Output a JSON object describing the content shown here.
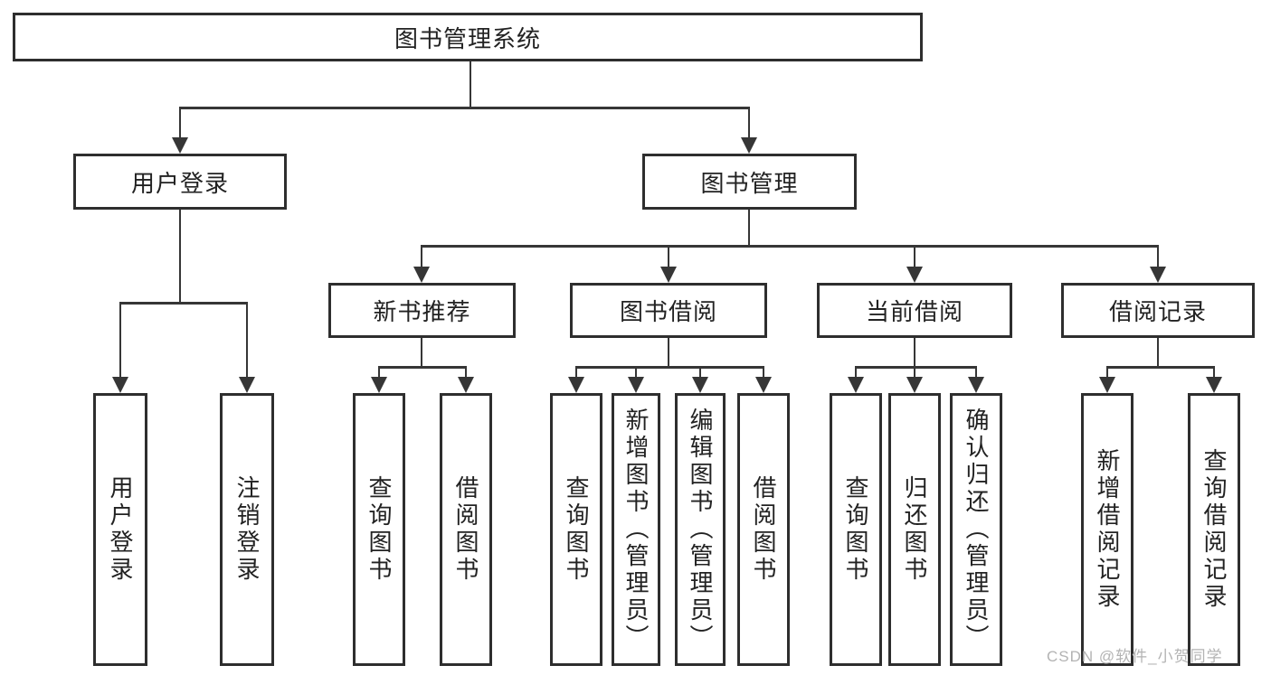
{
  "diagram_title": "图书管理系统",
  "watermark": "CSDN @软件_小贺同学",
  "colors": {
    "background": "#ffffff",
    "box_border": "#2e2e2e",
    "line": "#363636",
    "text": "#222222",
    "watermark": "#b3b3b3"
  },
  "nodes": {
    "root": {
      "label": "图书管理系统"
    },
    "user-login": {
      "label": "用户登录"
    },
    "book-mgmt": {
      "label": "图书管理"
    },
    "new-book-rec": {
      "label": "新书推荐"
    },
    "book-borrow": {
      "label": "图书借阅"
    },
    "current-borrow": {
      "label": "当前借阅"
    },
    "borrow-records": {
      "label": "借阅记录"
    },
    "leaf-user-login": {
      "label": "用户登录"
    },
    "leaf-logout": {
      "label": "注销登录"
    },
    "leaf-nbr-query": {
      "label": "查询图书"
    },
    "leaf-nbr-borrow": {
      "label": "借阅图书"
    },
    "leaf-bb-query": {
      "label": "查询图书"
    },
    "leaf-bb-add": {
      "label": "新增图书（管理员）"
    },
    "leaf-bb-edit": {
      "label": "编辑图书（管理员）"
    },
    "leaf-bb-borrow": {
      "label": "借阅图书"
    },
    "leaf-cb-query": {
      "label": "查询图书"
    },
    "leaf-cb-return": {
      "label": "归还图书"
    },
    "leaf-cb-confirm": {
      "label": "确认归还（管理员）"
    },
    "leaf-br-add": {
      "label": "新增借阅记录"
    },
    "leaf-br-query": {
      "label": "查询借阅记录"
    }
  },
  "edges": [
    {
      "from": "root",
      "to": [
        "user-login",
        "book-mgmt"
      ]
    },
    {
      "from": "user-login",
      "to": [
        "leaf-user-login",
        "leaf-logout"
      ]
    },
    {
      "from": "book-mgmt",
      "to": [
        "new-book-rec",
        "book-borrow",
        "current-borrow",
        "borrow-records"
      ]
    },
    {
      "from": "new-book-rec",
      "to": [
        "leaf-nbr-query",
        "leaf-nbr-borrow"
      ]
    },
    {
      "from": "book-borrow",
      "to": [
        "leaf-bb-query",
        "leaf-bb-add",
        "leaf-bb-edit",
        "leaf-bb-borrow"
      ]
    },
    {
      "from": "current-borrow",
      "to": [
        "leaf-cb-query",
        "leaf-cb-return",
        "leaf-cb-confirm"
      ]
    },
    {
      "from": "borrow-records",
      "to": [
        "leaf-br-add",
        "leaf-br-query"
      ]
    }
  ]
}
